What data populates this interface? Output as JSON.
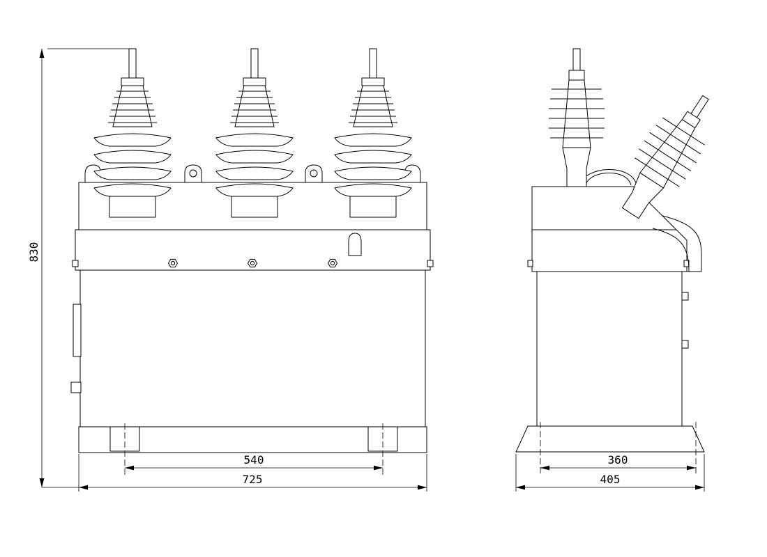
{
  "drawing": {
    "kind": "engineering-outline-drawing",
    "views": [
      "front",
      "side"
    ]
  },
  "colors": {
    "line": "#000000",
    "background": "#ffffff"
  },
  "dimensions": {
    "overall_height": "830",
    "front_foot_span": "540",
    "front_overall_width": "725",
    "side_foot_span": "360",
    "side_overall_depth": "405"
  }
}
